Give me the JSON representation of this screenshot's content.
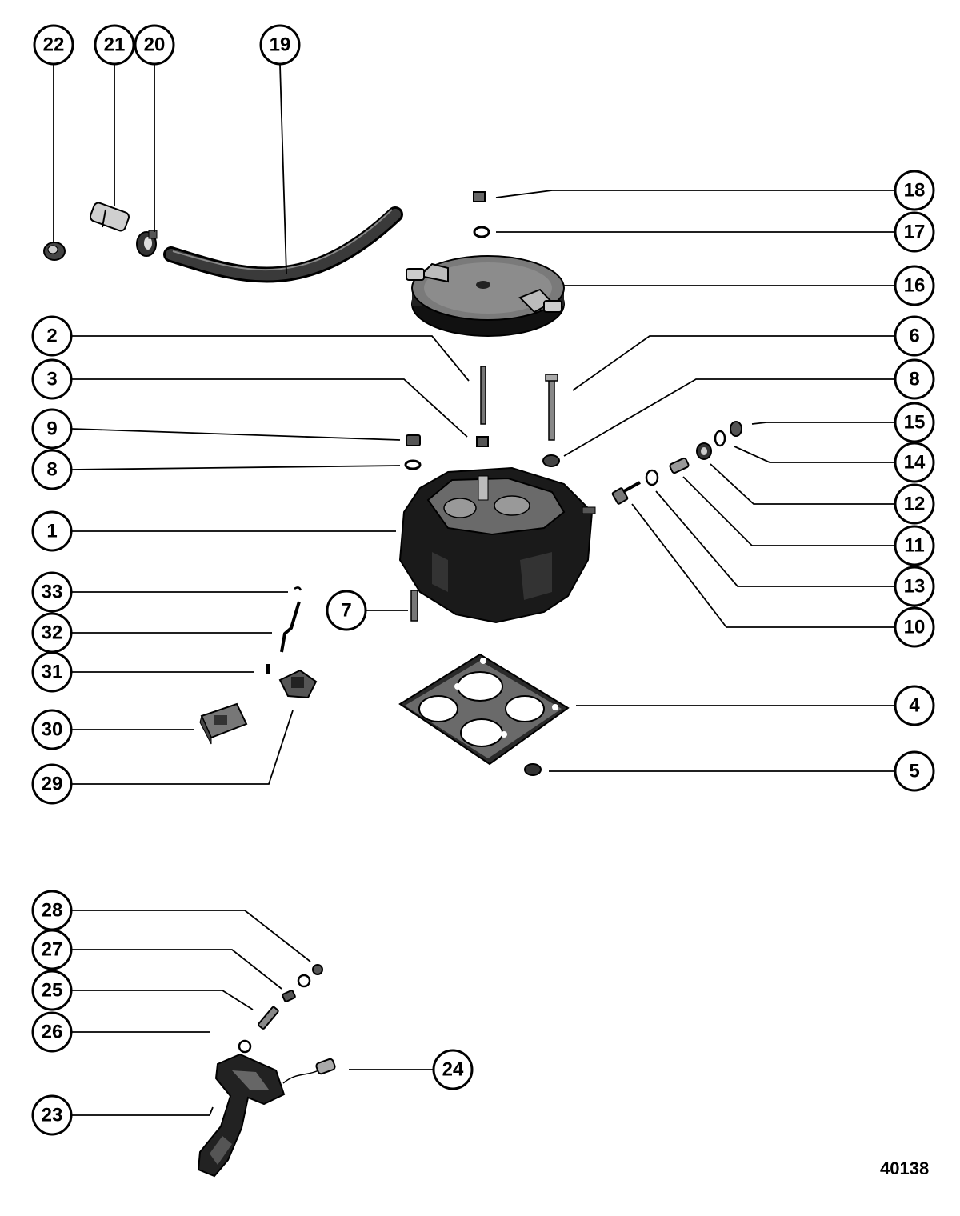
{
  "callouts": {
    "c1": "1",
    "c2": "2",
    "c3": "3",
    "c4": "4",
    "c5": "5",
    "c6": "6",
    "c7": "7",
    "c8a": "8",
    "c8b": "8",
    "c9": "9",
    "c10": "10",
    "c11": "11",
    "c12": "12",
    "c13": "13",
    "c14": "14",
    "c15": "15",
    "c16": "16",
    "c17": "17",
    "c18": "18",
    "c19": "19",
    "c20": "20",
    "c21": "21",
    "c22": "22",
    "c23": "23",
    "c24": "24",
    "c25": "25",
    "c26": "26",
    "c27": "27",
    "c28": "28",
    "c29": "29",
    "c30": "30",
    "c31": "31",
    "c32": "32",
    "c33": "33"
  },
  "drawing_number": "40138",
  "colors": {
    "ink": "#000000",
    "part_dark": "#1a1a1a",
    "part_mid": "#555555",
    "part_light": "#aaaaaa"
  }
}
